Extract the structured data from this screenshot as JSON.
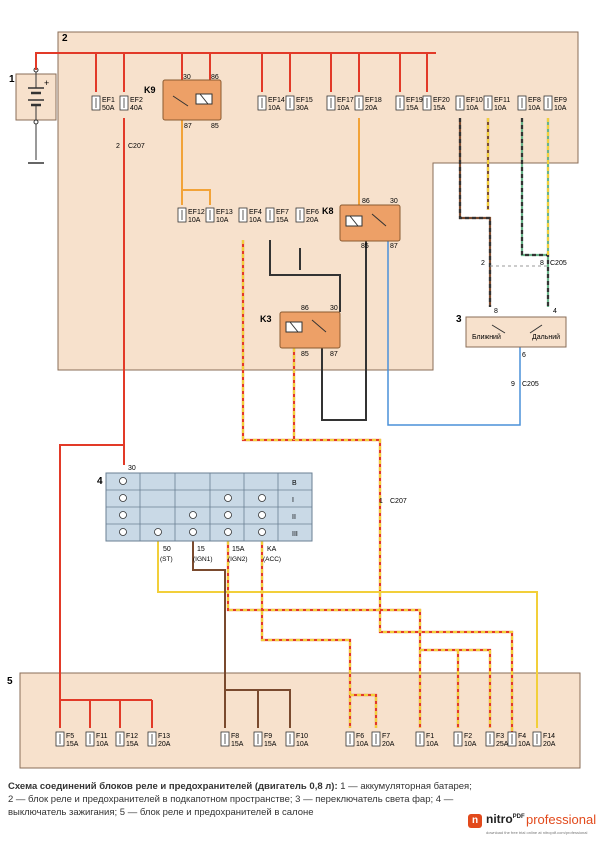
{
  "blocks": {
    "n1": "1",
    "n2": "2",
    "n3": "3",
    "n4": "4",
    "n5": "5",
    "battery_plus": "+"
  },
  "fuses_top": [
    {
      "id": "EF1",
      "rating": "50A"
    },
    {
      "id": "EF2",
      "rating": "40A"
    },
    {
      "id": "EF14",
      "rating": "10A"
    },
    {
      "id": "EF15",
      "rating": "30A"
    },
    {
      "id": "EF17",
      "rating": "10A"
    },
    {
      "id": "EF18",
      "rating": "20A"
    },
    {
      "id": "EF19",
      "rating": "15A"
    },
    {
      "id": "EF20",
      "rating": "15A"
    },
    {
      "id": "EF10",
      "rating": "10A"
    },
    {
      "id": "EF11",
      "rating": "10A"
    },
    {
      "id": "EF8",
      "rating": "10A"
    },
    {
      "id": "EF9",
      "rating": "10A"
    }
  ],
  "fuses_mid": [
    {
      "id": "EF12",
      "rating": "10A"
    },
    {
      "id": "EF13",
      "rating": "10A"
    },
    {
      "id": "EF4",
      "rating": "10A"
    },
    {
      "id": "EF7",
      "rating": "15A"
    },
    {
      "id": "EF6",
      "rating": "20A"
    }
  ],
  "fuses_bottom": [
    {
      "id": "F5",
      "rating": "15A"
    },
    {
      "id": "F11",
      "rating": "10A"
    },
    {
      "id": "F12",
      "rating": "15A"
    },
    {
      "id": "F13",
      "rating": "20A"
    },
    {
      "id": "F8",
      "rating": "15A"
    },
    {
      "id": "F9",
      "rating": "15A"
    },
    {
      "id": "F10",
      "rating": "10A"
    },
    {
      "id": "F6",
      "rating": "10A"
    },
    {
      "id": "F7",
      "rating": "20A"
    },
    {
      "id": "F1",
      "rating": "10A"
    },
    {
      "id": "F2",
      "rating": "10A"
    },
    {
      "id": "F3",
      "rating": "25A"
    },
    {
      "id": "F4",
      "rating": "10A"
    },
    {
      "id": "F14",
      "rating": "20A"
    }
  ],
  "relays": {
    "k9": {
      "name": "K9",
      "p1": "30",
      "p2": "86",
      "p3": "87",
      "p4": "85"
    },
    "k8": {
      "name": "K8",
      "p1": "86",
      "p2": "30",
      "p3": "85",
      "p4": "87"
    },
    "k3": {
      "name": "K3",
      "p1": "86",
      "p2": "30",
      "p3": "85",
      "p4": "87"
    }
  },
  "connectors": {
    "c207_top_pin": "2",
    "c207_top": "C207",
    "c205_pin_a": "2",
    "c205_pin_b": "8",
    "c205_top": "C205",
    "c205_bottom_pin": "9",
    "c205_bottom": "C205",
    "c207_bottom_pin": "1",
    "c207_bottom": "C207"
  },
  "headlight_switch": {
    "pin_left": "8",
    "pin_right": "4",
    "low": "Ближний",
    "high": "Дальний",
    "pin_bottom": "6"
  },
  "ignition": {
    "pin_top": "30",
    "rows": [
      "В",
      "I",
      "II",
      "III"
    ],
    "terminals": [
      {
        "pin": "50",
        "func": "(ST)"
      },
      {
        "pin": "15",
        "func": "(IGN1)"
      },
      {
        "pin": "15A",
        "func": "(IGN2)"
      },
      {
        "pin": "KA",
        "func": "(ACC)"
      }
    ]
  },
  "caption": {
    "title": "Схема соединений блоков реле и предохранителей (двигатель 0,8 л):",
    "text": " 1 — аккумуляторная батарея; 2 — блок реле и предохранителей в подкапотном пространстве; 3 — переключатель света фар; 4 — выключатель зажигания; 5 — блок реле и предохранителей в салоне"
  },
  "logo": {
    "mark": "n",
    "brand": "nitro",
    "sup": "PDF",
    "edition": "professional",
    "tagline": "download the free trial online at nitropdf.com/professional"
  },
  "colors": {
    "panel": "#f7e1cc",
    "relay": "#eda067",
    "wire_red": "#e23a28",
    "wire_orange": "#f2a338",
    "wire_brown": "#7a4a2e",
    "wire_black": "#333333",
    "wire_blue": "#4a90d9",
    "wire_green": "#6ab48a",
    "wire_yellow": "#f2cf3a",
    "switch_fill": "#c9d9e6"
  }
}
